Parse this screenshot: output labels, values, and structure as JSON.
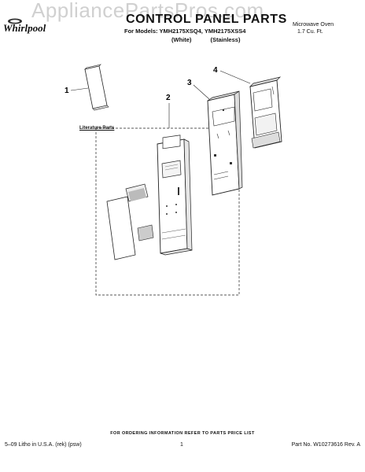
{
  "watermark": "AppliancePartsPros.com",
  "brand": "Whirlpool",
  "header": {
    "title": "CONTROL PANEL PARTS",
    "models": "For Models: YMH2175XSQ4, YMH2175XSS4",
    "variant_1": "(White)",
    "variant_2": "(Stainless)",
    "product_line1": "Microwave Oven",
    "product_line2": "1.7 Cu. Ft."
  },
  "callouts": {
    "c1": "1",
    "c2": "2",
    "c3": "3",
    "c4": "4"
  },
  "literature_label": "Literature Parts",
  "footer": {
    "note": "FOR ORDERING INFORMATION REFER TO PARTS PRICE LIST",
    "left": "5–09 Litho in U.S.A. (rek) (psw)",
    "page": "1",
    "right": "Part No. W10273616 Rev. A"
  }
}
